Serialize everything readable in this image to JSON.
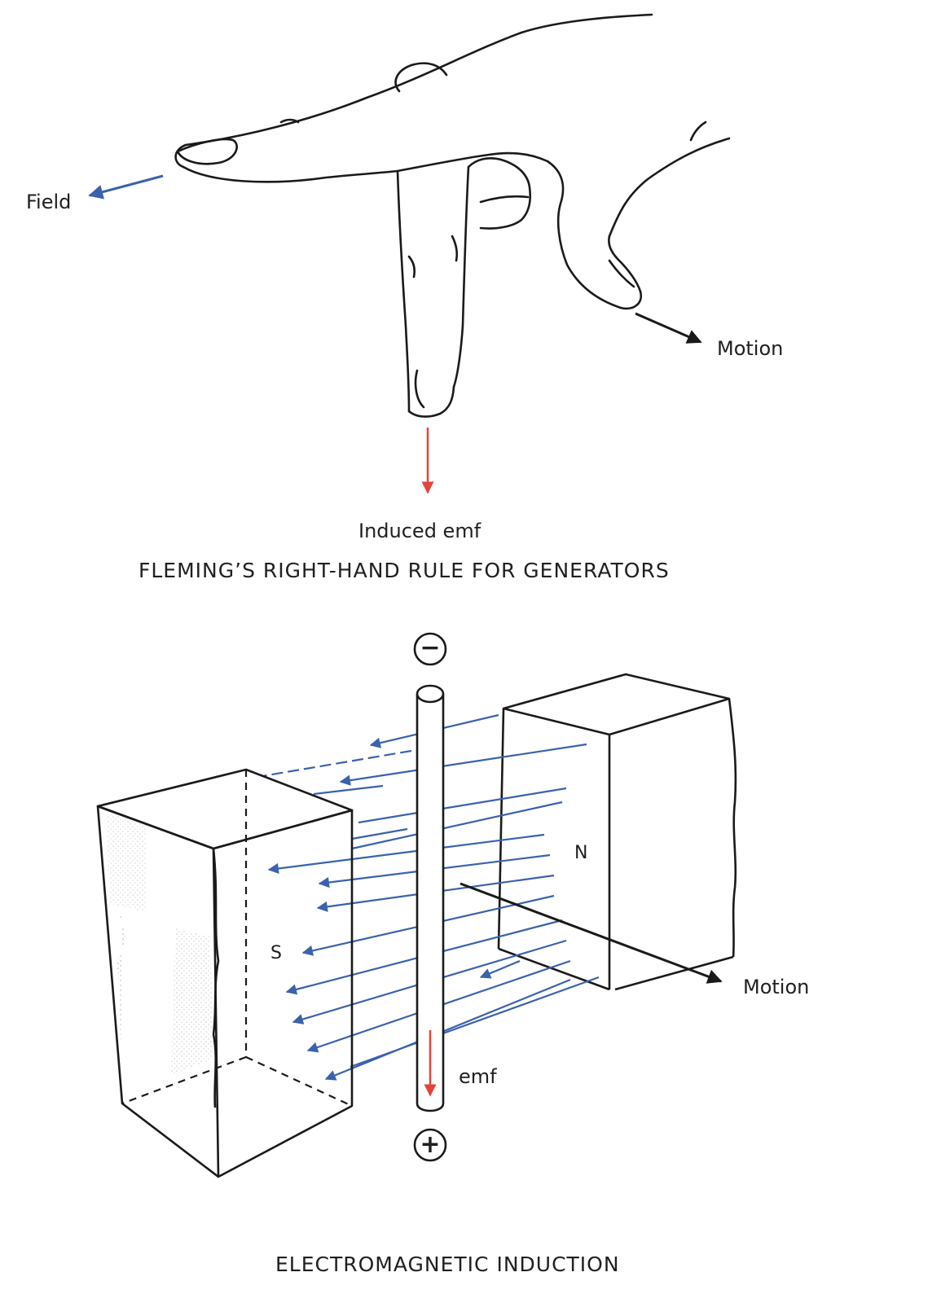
{
  "figure1": {
    "labels": {
      "field": "Field",
      "motion": "Motion",
      "induced_emf": "Induced emf"
    },
    "caption": "FLEMING’S RIGHT-HAND RULE FOR GENERATORS"
  },
  "figure2": {
    "labels": {
      "north_pole": "N",
      "south_pole": "S",
      "motion": "Motion",
      "emf": "emf",
      "negative_terminal": "−",
      "positive_terminal": "+"
    },
    "caption": "ELECTROMAGNETIC INDUCTION"
  },
  "colors": {
    "line": "#1a1a1a",
    "field": "#3a62ad",
    "emf": "#e0453a"
  }
}
